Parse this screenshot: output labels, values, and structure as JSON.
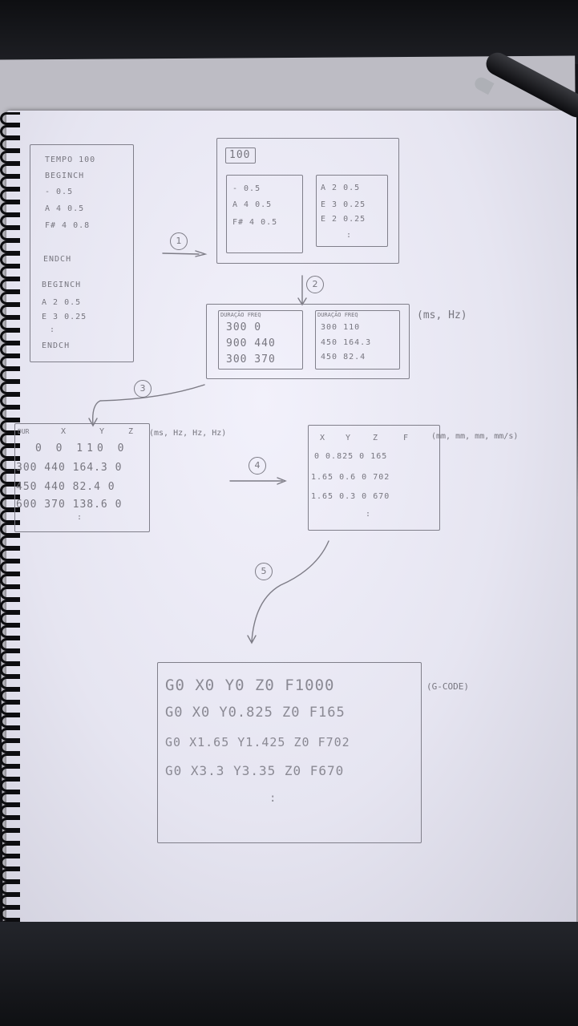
{
  "box1": {
    "lines": [
      "TEMPO 100",
      "BEGINCH",
      "- 0.5",
      "A 4 0.5",
      "F# 4 0.8",
      "ENDCH",
      "BEGINCH",
      "A 2 0.5",
      "E 3 0.25",
      ":",
      "ENDCH"
    ]
  },
  "box2": {
    "tempo": "100",
    "left": [
      "- 0.5",
      "A 4 0.5",
      "F# 4 0.5"
    ],
    "right": [
      "A 2 0.5",
      "E 3 0.25",
      "E 2 0.25",
      ":"
    ]
  },
  "steps": [
    "1",
    "2",
    "3",
    "4",
    "5"
  ],
  "box3": {
    "left_header": "DURAÇÃO FREQ",
    "left_rows": [
      "300 0",
      "900 440",
      "300 370"
    ],
    "right_header": "DURAÇÃO FREQ",
    "right_rows": [
      "300 110",
      "450 164.3",
      "450 82.4"
    ],
    "units": "(ms, Hz)"
  },
  "box4": {
    "headers": [
      "DUR",
      "X",
      "Y",
      "Z"
    ],
    "rows": [
      "0 0 110 0",
      "300 440 164.3 0",
      "450 440 82.4 0",
      "600 370 138.6 0",
      ":"
    ],
    "units": "(ms, Hz, Hz, Hz)"
  },
  "box5": {
    "headers": [
      "X",
      "Y",
      "Z",
      "F"
    ],
    "rows": [
      "0 0.825 0 165",
      "1.65 0.6 0 702",
      "1.65 0.3 0 670",
      ":"
    ],
    "units": "(mm, mm, mm, mm/s)"
  },
  "box6": {
    "rows": [
      "G0 X0 Y0 Z0 F1000",
      "G0 X0 Y0.825 Z0 F165",
      "G0 X1.65 Y1.425 Z0 F702",
      "G0 X3.3 Y3.35 Z0 F670",
      ":"
    ],
    "units": "(G-CODE)"
  },
  "colors": {
    "ink": "#77767f",
    "paper": "#ecebf5",
    "background": "#141419"
  }
}
